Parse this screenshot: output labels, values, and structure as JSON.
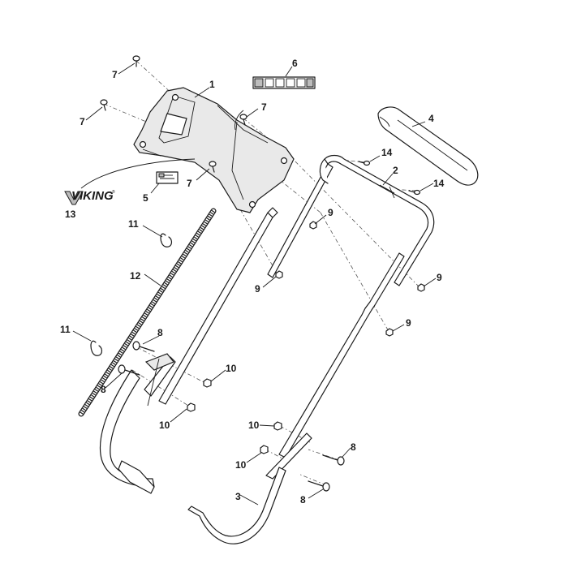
{
  "brand": {
    "name": "VIKING",
    "mark": "®"
  },
  "callouts": {
    "n1": "1",
    "n2": "2",
    "n3": "3",
    "n4": "4",
    "n5": "5",
    "n6": "6",
    "n7": "7",
    "n8": "8",
    "n9": "9",
    "n10": "10",
    "n11": "11",
    "n12": "12",
    "n13": "13",
    "n14": "14"
  }
}
